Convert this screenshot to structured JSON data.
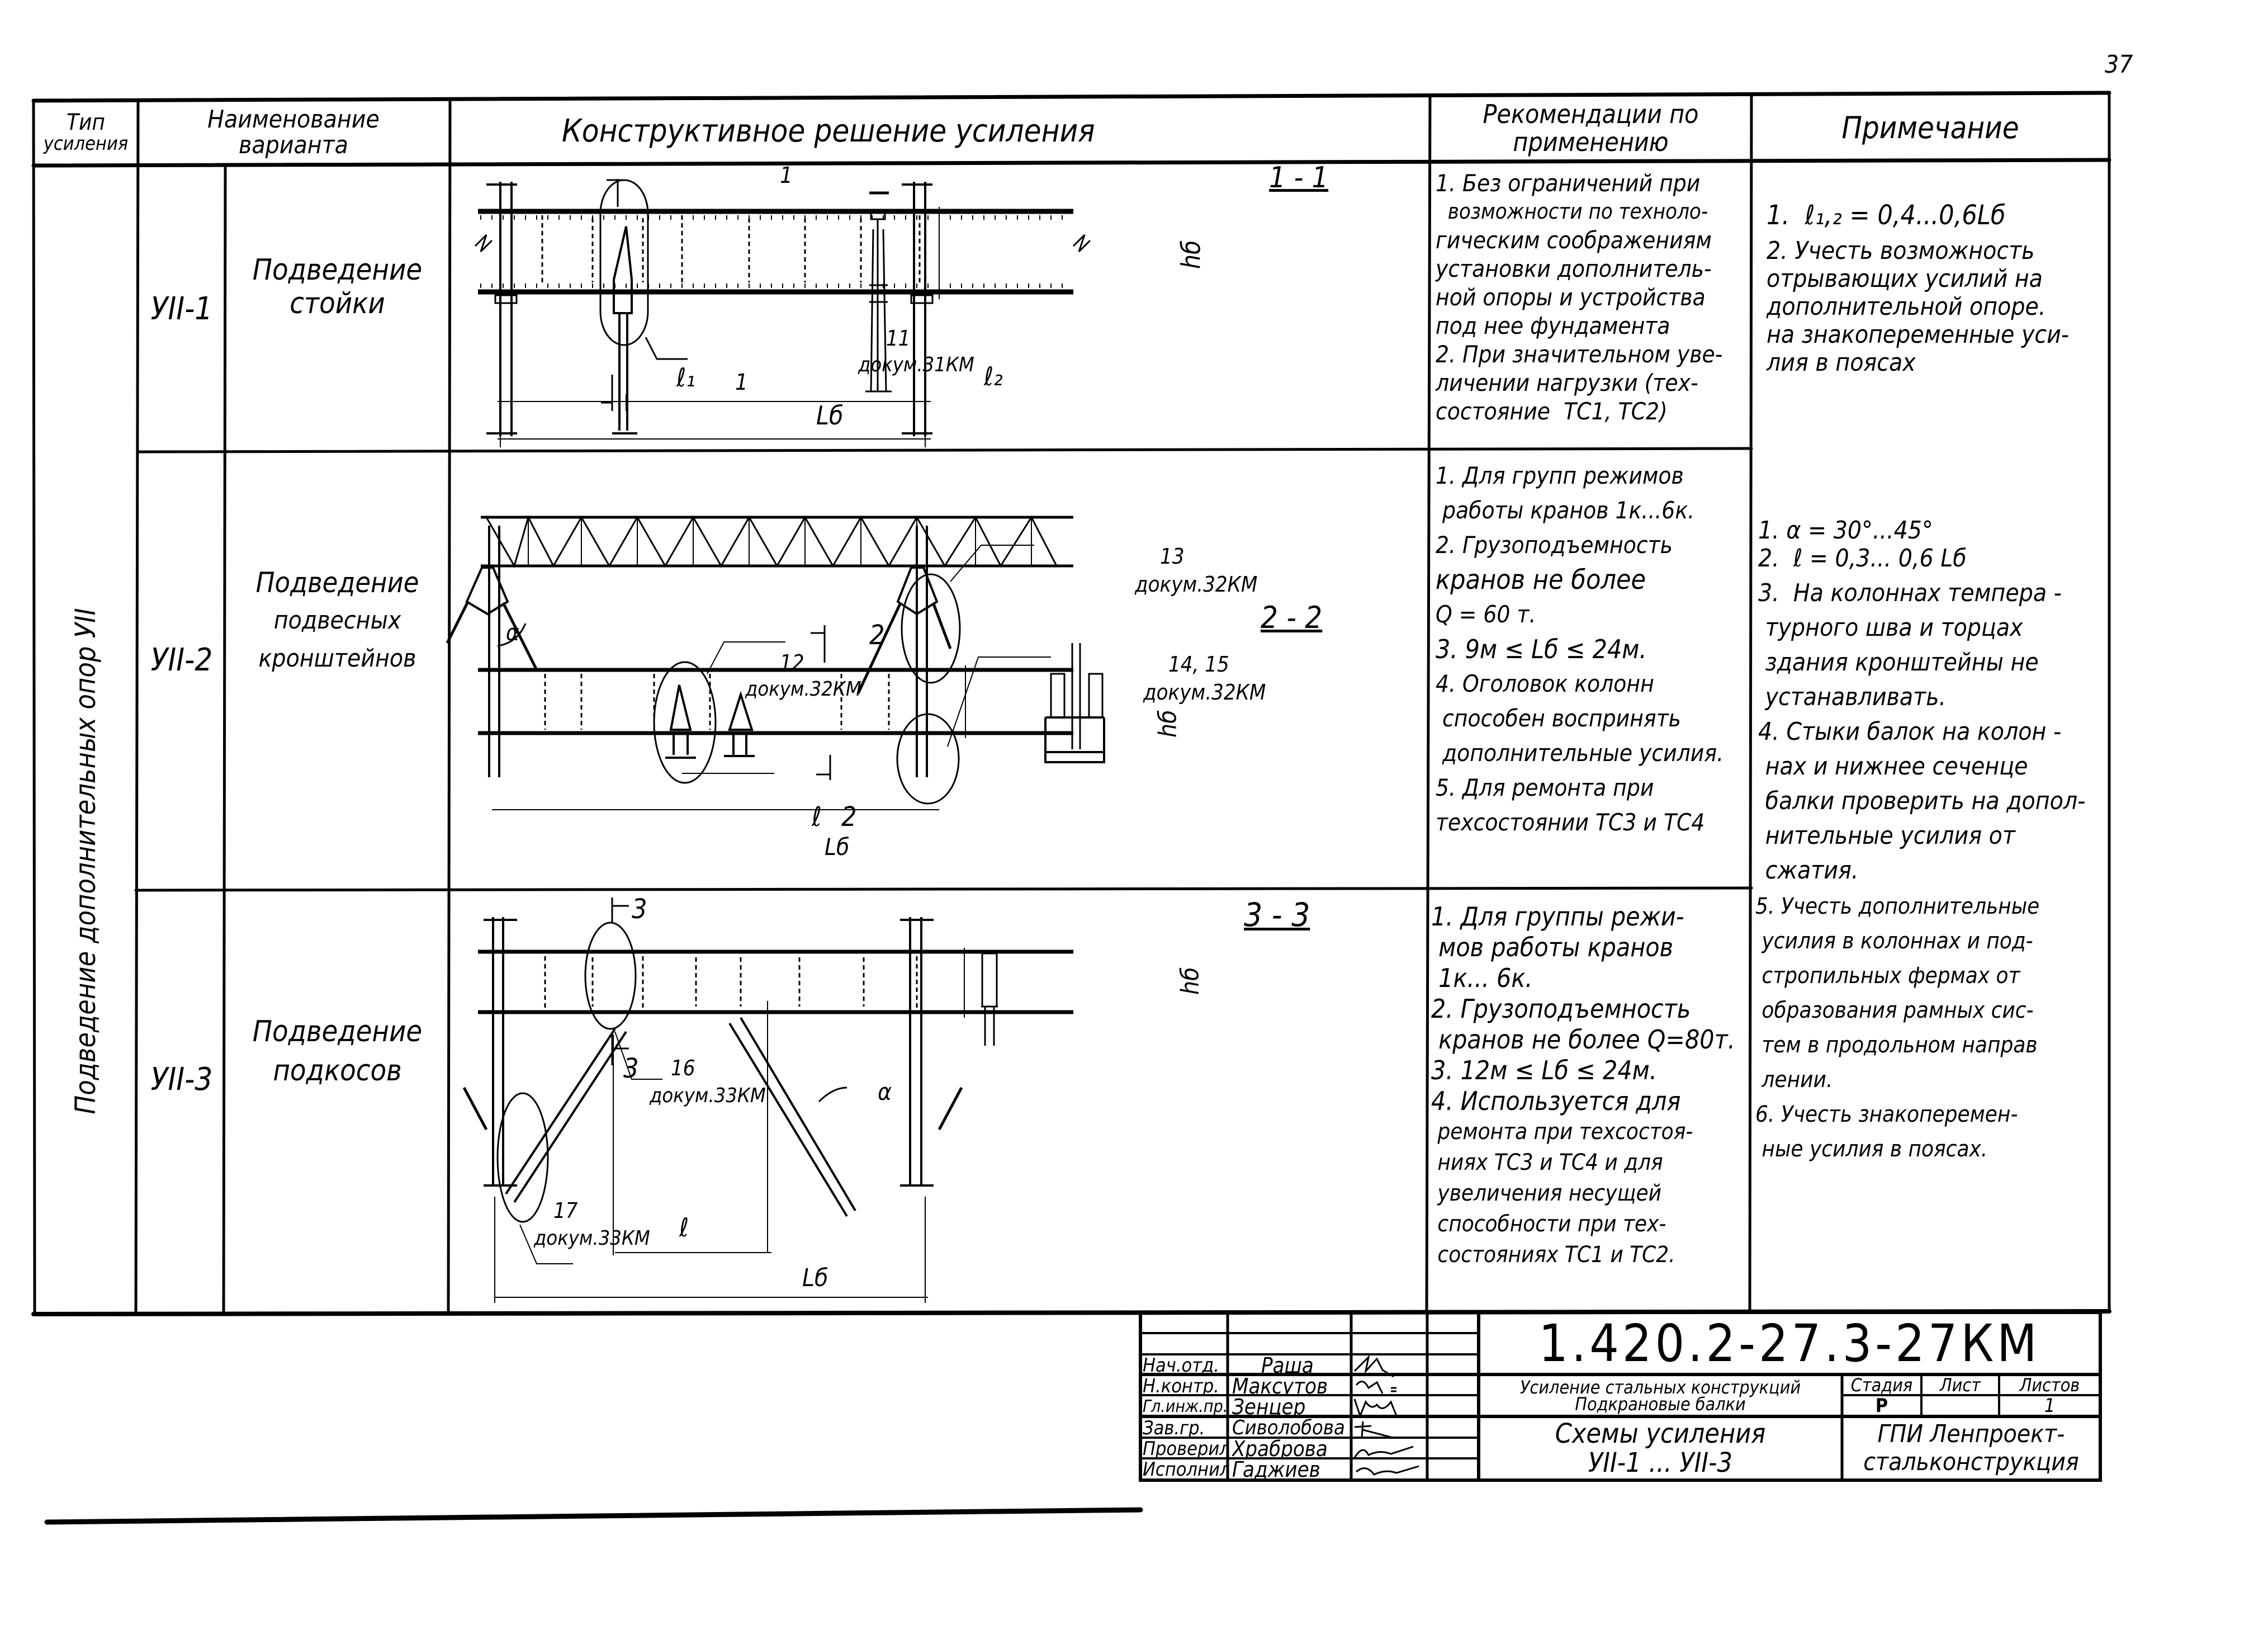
{
  "page_number": "37",
  "table": {
    "headers": {
      "type": [
        "Тип",
        "усиления"
      ],
      "variant_name": [
        "Наименование",
        "варианта"
      ],
      "design": "Конструктивное решение усиления",
      "recommendations": [
        "Рекомендации по",
        "применению"
      ],
      "notes": "Примечание"
    },
    "group_label": "Подведение дополнительных опор УII",
    "rows": [
      {
        "code": "УII-1",
        "name": [
          "Подведение",
          "стойки"
        ],
        "drawing": {
          "section_title": "1 - 1",
          "section_mark": "1",
          "callout_num": "11",
          "callout_doc": "докум.31КМ",
          "dim_l1": "ℓ₁",
          "dim_l2": "ℓ₂",
          "dim_span": "Lб",
          "dim_height": "hб"
        },
        "recommendations": [
          "1. Без ограничений при",
          "  возможности по техноло-",
          "гическим соображениям",
          "установки дополнитель-",
          "ной опоры и устройства",
          "под нее фундамента",
          "2. При значительном уве-",
          "личении нагрузки (тех-",
          "состояние  ТС1, ТС2)"
        ],
        "notes": [
          "1.  ℓ₁,₂ = 0,4...0,6Lб",
          "",
          "2. Учесть возможность",
          "отрывающих усилий на",
          "дополнительной опоре.",
          "на знакопеременные уси-",
          "лия в поясах"
        ]
      },
      {
        "code": "УII-2",
        "name": [
          "Подведение",
          "подвесных",
          "кронштейнов"
        ],
        "drawing": {
          "section_title": "2 - 2",
          "section_mark": "2",
          "callout_12_num": "12",
          "callout_12_doc": "докум.32КМ",
          "callout_13_num": "13",
          "callout_13_doc": "докум.32КМ",
          "callout_14_num": "14, 15",
          "callout_14_doc": "докум.32КМ",
          "angle": "α",
          "dim_l": "ℓ",
          "dim_span": "Lб",
          "dim_height": "hб"
        },
        "recommendations": [
          "1. Для групп режимов",
          " работы кранов 1к...6к.",
          "2. Грузоподъемность",
          "кранов не более",
          "Q = 60 т.",
          "3. 9м ≤ Lб ≤ 24м.",
          "4. Оголовок колонн",
          " способен воспринять",
          " дополнительные усилия.",
          "5. Для ремонта при",
          "техсостоянии ТС3 и ТС4"
        ],
        "notes": [
          "1. α = 30°...45°",
          "2.  ℓ = 0,3... 0,6 Lб",
          "3.  На колоннах темпера -",
          " турного шва и торцах",
          " здания кронштейны не",
          " устанавливать.",
          "4. Стыки балок на колон -",
          " нах и нижнее сеченце",
          " балки проверить на допол-",
          " нительные усилия от",
          " сжатия."
        ]
      },
      {
        "code": "УII-3",
        "name": [
          "Подведение",
          "подкосов"
        ],
        "drawing": {
          "section_title": "3 - 3",
          "section_mark": "3",
          "callout_16_num": "16",
          "callout_16_doc": "докум.33КМ",
          "callout_17_num": "17",
          "callout_17_doc": "докум.33КМ",
          "angle": "α",
          "dim_l": "ℓ",
          "dim_span": "Lб",
          "dim_height": "hб"
        },
        "recommendations": [
          "1. Для группы режи-",
          " мов работы кранов",
          " 1к... 6к.",
          "2. Грузоподъемность",
          " кранов не более Q=80т.",
          "3. 12м ≤ Lб ≤ 24м.",
          "4. Используется для",
          " ремонта при техсостоя-",
          " ниях ТС3 и ТС4 и для",
          " увеличения несущей",
          " способности при тех-",
          " состояниях ТС1 и ТС2."
        ],
        "notes": [
          "5. Учесть дополнительные",
          " усилия в колоннах и под-",
          " стропильных фермах от",
          " образования рамных сис-",
          " тем в продольном направ",
          " лении.",
          "6. Учесть знакоперемен-",
          " ные усилия в поясах."
        ]
      }
    ]
  },
  "title_block": {
    "document_code": "1.420.2-27.3-27КМ",
    "series_title": [
      "Усиление стальных конструкций",
      "Подкрановые балки"
    ],
    "stage_label": "Стадия",
    "sheet_label": "Лист",
    "sheets_label": "Листов",
    "stage_value": "Р",
    "sheet_value": "",
    "sheets_value": "1",
    "sheet_title": [
      "Схемы усиления",
      "УII-1 ... УII-3"
    ],
    "organization": [
      "ГПИ Ленпроект-",
      "стальконструкция"
    ],
    "signatures": [
      {
        "role": "Нач.отд.",
        "name": "Раша"
      },
      {
        "role": "Н.контр.",
        "name": "Максутов"
      },
      {
        "role": "Гл.инж.пр.",
        "name": "Зенцер"
      },
      {
        "role": "Зав.гр.",
        "name": "Сиволобова"
      },
      {
        "role": "Проверил",
        "name": "Храброва"
      },
      {
        "role": "Исполнил",
        "name": "Гаджиев"
      }
    ]
  }
}
